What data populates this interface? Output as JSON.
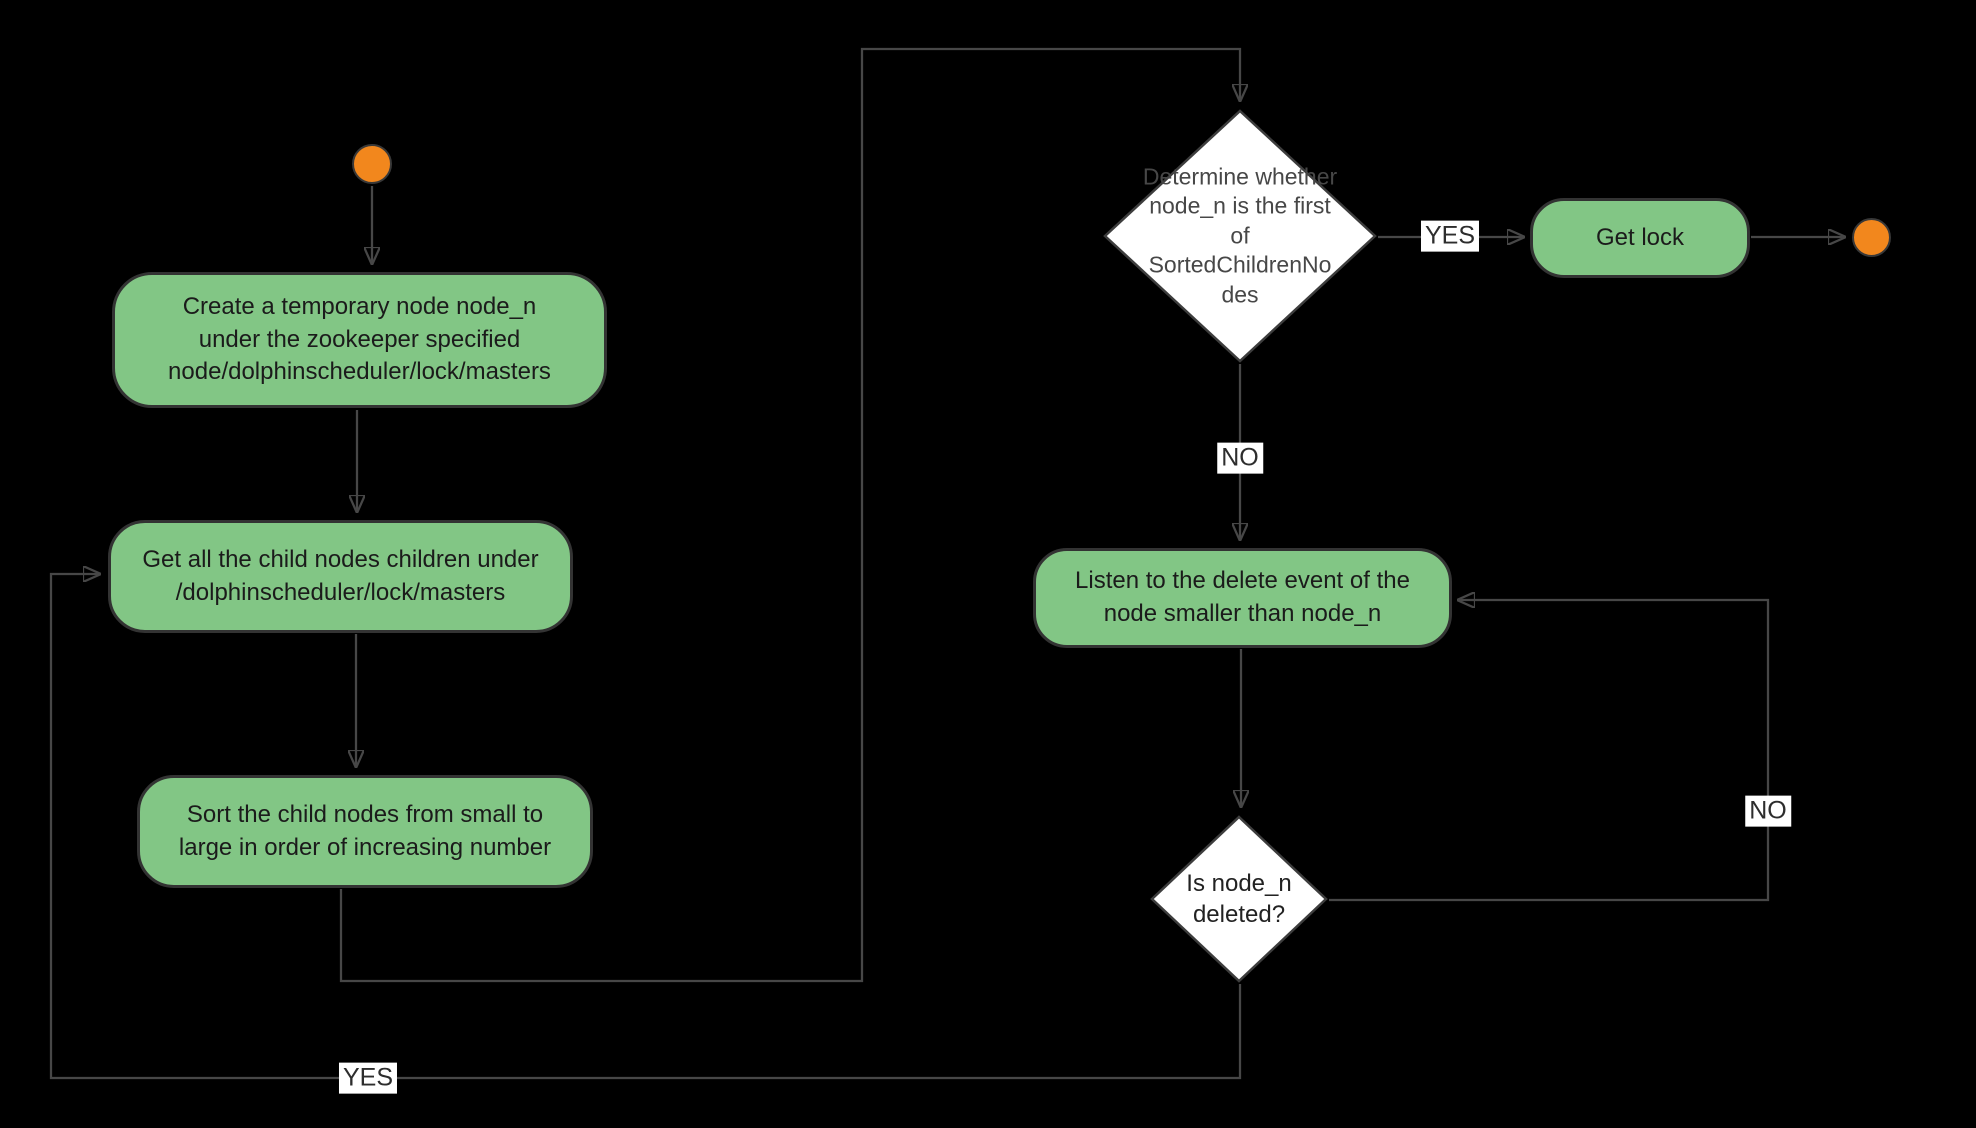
{
  "diagram": {
    "background_color": "#000000",
    "colors": {
      "process_fill": "#82c685",
      "process_border": "#333333",
      "decision_fill": "#ffffff",
      "decision_border": "#3d3d3d",
      "terminal_fill": "#f2871d",
      "connector": "#474747",
      "edge_label_bg": "#ffffff",
      "edge_label_text": "#2d2d2d"
    },
    "nodes": {
      "start": {
        "type": "start-terminal"
      },
      "create_node": {
        "label": "Create a temporary node node_n under the zookeeper specified node/dolphinscheduler/lock/masters"
      },
      "get_children": {
        "label": "Get all the child nodes children under /dolphinscheduler/lock/masters"
      },
      "sort_children": {
        "label": "Sort the child nodes from small to large in order of increasing number"
      },
      "first_decision": {
        "label": "Determine whether node_n is the first of SortedChildrenNodes"
      },
      "get_lock": {
        "label": "Get lock"
      },
      "end": {
        "type": "end-terminal"
      },
      "listen_delete": {
        "label": "Listen to the delete event of the node smaller than node_n"
      },
      "deleted_decision": {
        "label": "Is node_n deleted?"
      }
    },
    "edge_labels": {
      "first_yes": "YES",
      "first_no": "NO",
      "deleted_no": "NO",
      "deleted_yes": "YES"
    }
  }
}
